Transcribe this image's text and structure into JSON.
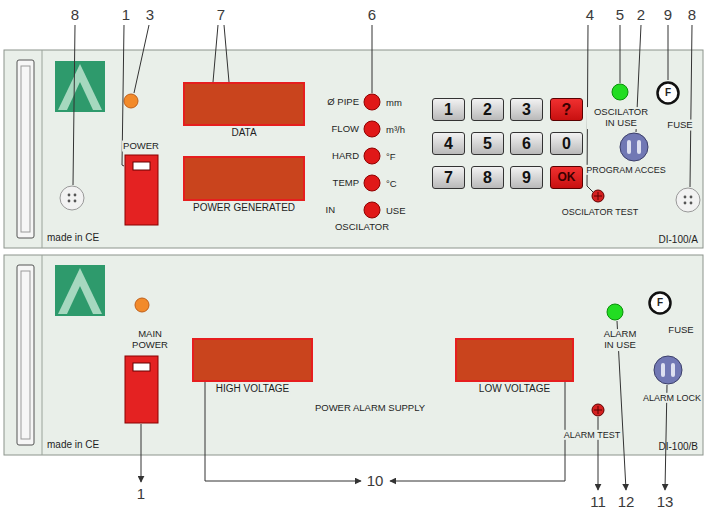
{
  "diagram": {
    "nodes": [
      {
        "text": [
          "made in CE",
          "DI-100/A"
        ]
      },
      {
        "text": [
          "DATA"
        ],
        "in": 0
      },
      {
        "text": [
          "POWER GENERATED"
        ],
        "in": 0
      },
      {
        "text": [
          "1"
        ],
        "in": 0
      },
      {
        "text": [
          "2"
        ],
        "in": 0
      },
      {
        "text": [
          "3"
        ],
        "in": 0
      },
      {
        "text": [
          "?"
        ],
        "in": 0
      },
      {
        "text": [
          "4"
        ],
        "in": 0
      },
      {
        "text": [
          "5"
        ],
        "in": 0
      },
      {
        "text": [
          "6"
        ],
        "in": 0
      },
      {
        "text": [
          "0"
        ],
        "in": 0
      },
      {
        "text": [
          "7"
        ],
        "in": 0
      },
      {
        "text": [
          "8"
        ],
        "in": 0
      },
      {
        "text": [
          "9"
        ],
        "in": 0
      },
      {
        "text": [
          "OK"
        ],
        "in": 0
      },
      {
        "text": [
          "F",
          "FUSE"
        ],
        "in": 0
      },
      {
        "text": [
          "made in CE",
          "DI-100/B"
        ]
      },
      {
        "text": [
          "HIGH VOLTAGE"
        ],
        "in": 16
      },
      {
        "text": [
          "LOW VOLTAGE"
        ],
        "in": 16
      },
      {
        "text": [
          "F",
          "FUSE"
        ],
        "in": 16
      }
    ],
    "labels": [
      "8",
      "1",
      "3",
      "7",
      "6",
      "4",
      "5",
      "2",
      "9",
      "8",
      "POWER",
      "Ø PIPE",
      "mm",
      "FLOW",
      "m³/h",
      "HARD",
      "°F",
      "TEMP",
      "°C",
      "IN",
      "USE",
      "OSCILATOR",
      "OSCILATOR IN USE",
      "PROGRAM ACCES",
      "OSCILATOR TEST",
      "MAIN POWER",
      "POWER ALARM SUPPLY",
      "ALARM IN USE",
      "ALARM LOCK",
      "ALARM TEST",
      "1",
      "10",
      "11",
      "12",
      "13"
    ]
  }
}
